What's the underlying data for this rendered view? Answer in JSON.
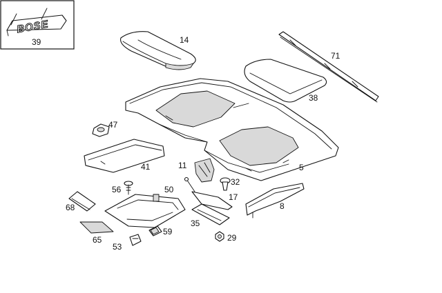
{
  "inset": {
    "badge_text": "BOSE",
    "number": "39"
  },
  "parts": {
    "p14": "14",
    "p71": "71",
    "p38": "38",
    "p47": "47",
    "p41": "41",
    "p5": "5",
    "p11": "11",
    "p32": "32",
    "p56": "56",
    "p50": "50",
    "p17": "17",
    "p68": "68",
    "p8": "8",
    "p35": "35",
    "p59": "59",
    "p65": "65",
    "p29": "29",
    "p53": "53"
  }
}
